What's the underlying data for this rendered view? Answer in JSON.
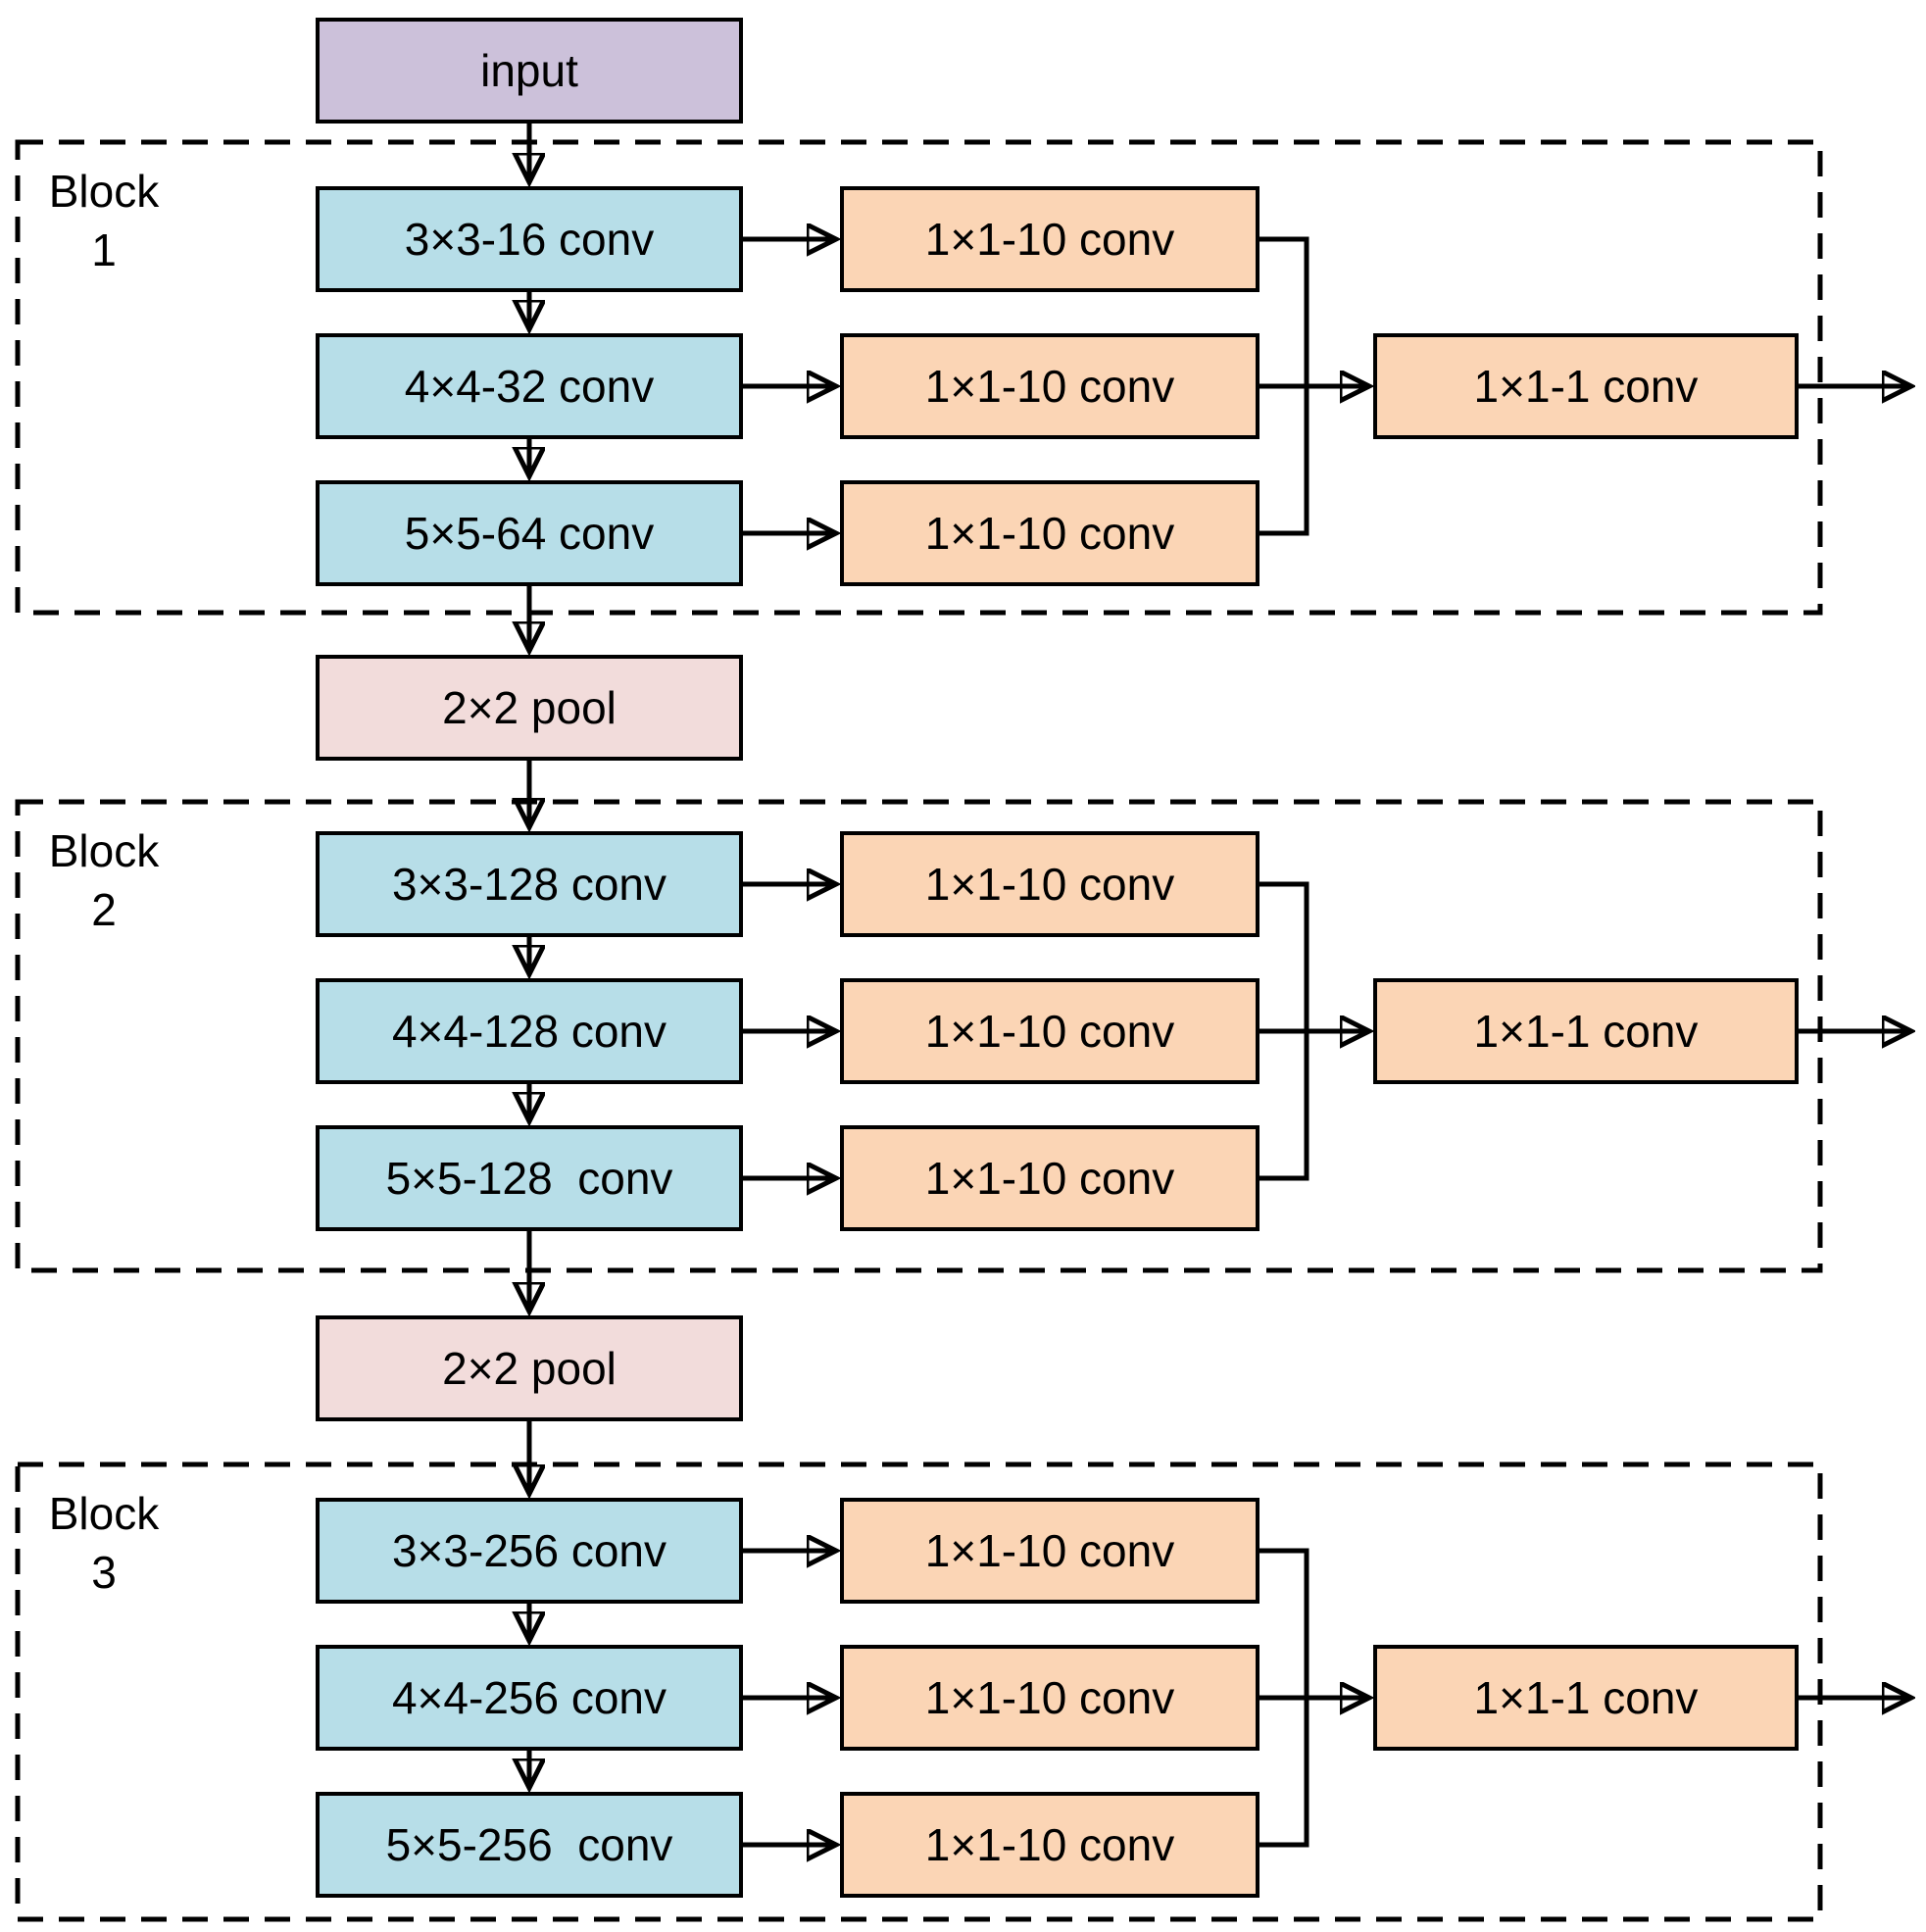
{
  "input": {
    "label": "input"
  },
  "pools": [
    {
      "label": "2×2 pool"
    },
    {
      "label": "2×2 pool"
    }
  ],
  "blocks": [
    {
      "label": "Block",
      "number": "1",
      "convs": [
        "3×3-16 conv",
        "4×4-32 conv",
        "5×5-64 conv"
      ],
      "branches": [
        "1×1-10 conv",
        "1×1-10 conv",
        "1×1-10 conv"
      ],
      "merge": "1×1-1 conv"
    },
    {
      "label": "Block",
      "number": "2",
      "convs": [
        "3×3-128 conv",
        "4×4-128 conv",
        "5×5-128  conv"
      ],
      "branches": [
        "1×1-10 conv",
        "1×1-10 conv",
        "1×1-10 conv"
      ],
      "merge": "1×1-1 conv"
    },
    {
      "label": "Block",
      "number": "3",
      "convs": [
        "3×3-256 conv",
        "4×4-256 conv",
        "5×5-256  conv"
      ],
      "branches": [
        "1×1-10 conv",
        "1×1-10 conv",
        "1×1-10 conv"
      ],
      "merge": "1×1-1 conv"
    }
  ],
  "colors": {
    "input_fill": "#ccc1da",
    "conv_fill": "#b7dee8",
    "branch_fill": "#fbd5b5",
    "pool_fill": "#f2dcdb",
    "line": "#000000"
  }
}
